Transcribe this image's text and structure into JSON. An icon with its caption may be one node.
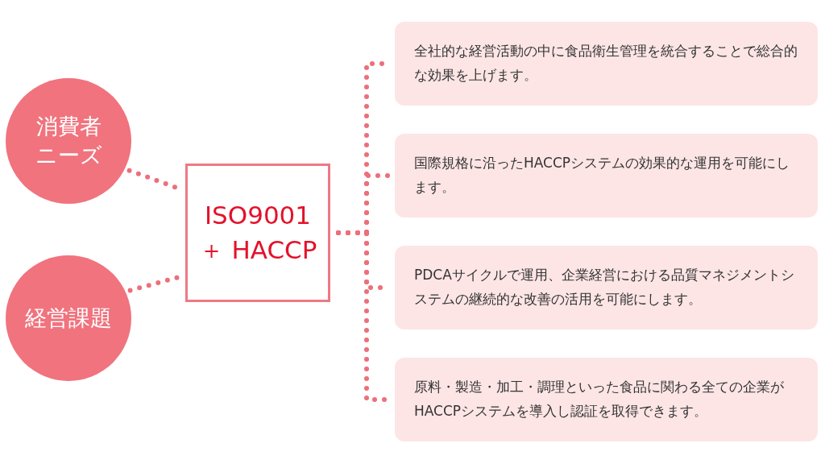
{
  "diagram": {
    "nodes": [
      {
        "text": [
          "消費者ニーズ"
        ]
      },
      {
        "text": [
          "経営課題"
        ]
      },
      {
        "text": [
          "ISO9001 ＋ HACCP"
        ]
      },
      {
        "text": [
          "全社的な経営活動の中に食品衛生管理を統合することで総合的な効果を上げます。"
        ]
      },
      {
        "text": [
          "国際規格に沿ったHACCPシステムの効果的な運用を可能にします。"
        ]
      },
      {
        "text": [
          "PDCAサイクルで運用、企業経営における品質マネジメントシステムの継続的な改善の活用を可能にします。"
        ]
      },
      {
        "text": [
          "原料・製造・加工・調理といった食品に関わる全ての企業がHACCPシステムを導入し認証を取得できます。"
        ]
      }
    ],
    "edges": [
      {
        "from": 0,
        "to": 2,
        "arrow": "none"
      },
      {
        "from": 1,
        "to": 2,
        "arrow": "none"
      },
      {
        "from": 2,
        "to": 3,
        "arrow": "none"
      },
      {
        "from": 2,
        "to": 4,
        "arrow": "none"
      },
      {
        "from": 2,
        "to": 5,
        "arrow": "none"
      },
      {
        "from": 2,
        "to": 6,
        "arrow": "none"
      }
    ]
  }
}
